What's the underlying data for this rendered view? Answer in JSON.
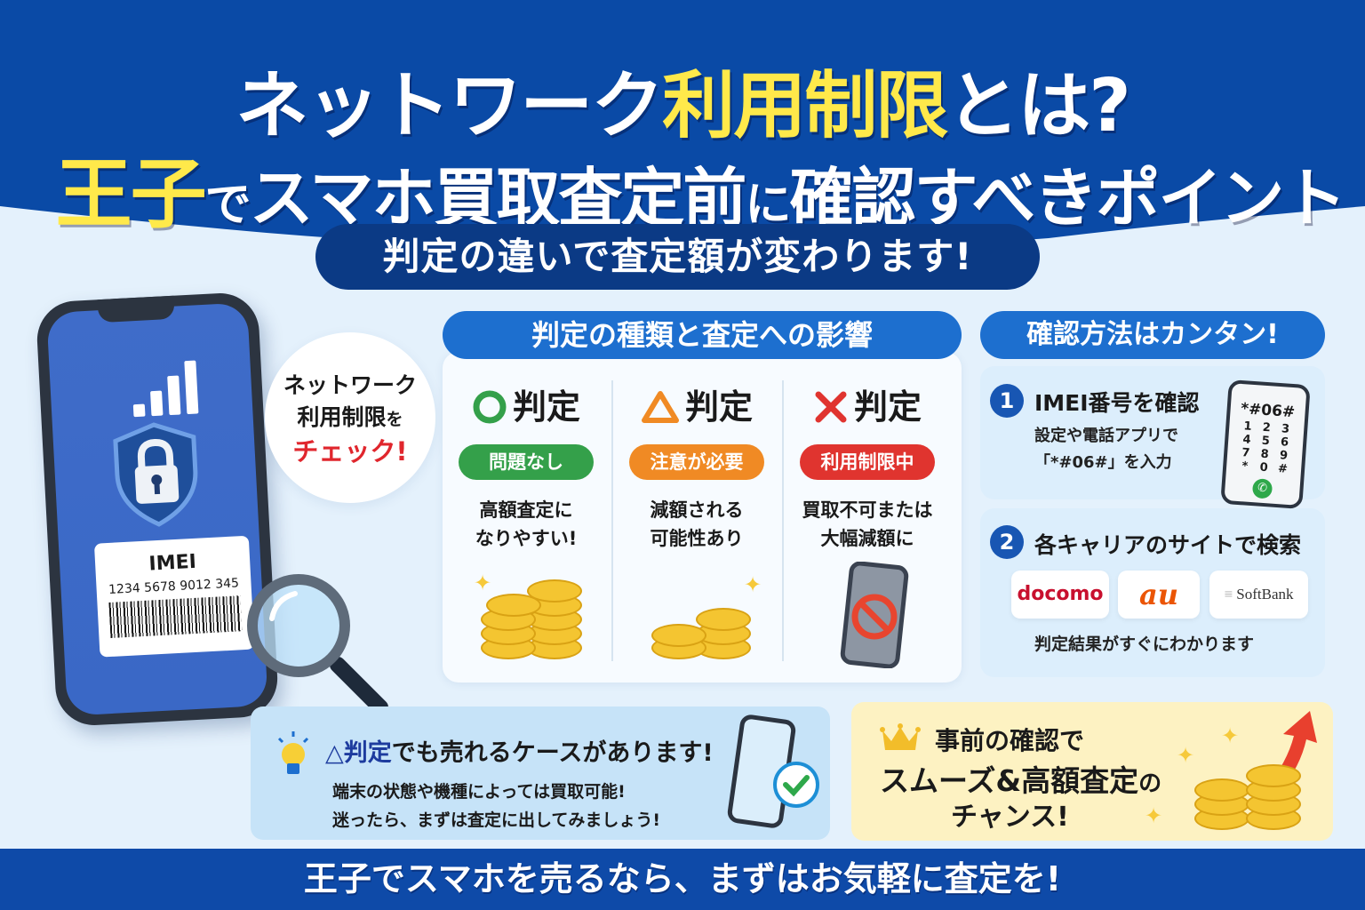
{
  "header": {
    "title_line1_prefix": "ネットワーク",
    "title_line1_highlight": "利用制限",
    "title_line1_suffix": "とは?",
    "title_line2_highlight": "王子",
    "title_line2_de": "で",
    "title_line2_mid": "スマホ買取査定前",
    "title_line2_ni": "に",
    "title_line2_suffix": "確認すべきポイント",
    "subtitle_pill": "判定の違いで査定額が変わります!"
  },
  "colors": {
    "header_blue": "#0a4aa6",
    "highlight_yellow": "#ffe94a",
    "pill_navy": "#0b3a85",
    "section_blue": "#1d6fcf",
    "ok_green": "#34a04a",
    "warn_orange": "#f08a24",
    "ng_red": "#e0342f",
    "footer_blue": "#0e4aa8"
  },
  "phone_illustration": {
    "imei_label": "IMEI",
    "imei_number": "1234 5678 9012 345",
    "icons": [
      "signal-bars-icon",
      "shield-lock-icon",
      "barcode-icon",
      "magnifier-icon"
    ]
  },
  "check_bubble": {
    "line1": "ネットワーク",
    "line2_main": "利用制限",
    "line2_suffix": "を",
    "line3": "チェック!"
  },
  "judgement_section": {
    "title": "判定の種類と査定への影響",
    "columns": [
      {
        "symbol": "○",
        "label": "判定",
        "tag": "問題なし",
        "desc_line1": "高額査定に",
        "desc_line2": "なりやすい!",
        "illustration": "coin-stack-large-icon"
      },
      {
        "symbol": "△",
        "label": "判定",
        "tag": "注意が必要",
        "desc_line1": "減額される",
        "desc_line2": "可能性あり",
        "illustration": "coin-stack-small-icon"
      },
      {
        "symbol": "✕",
        "label": "判定",
        "tag": "利用制限中",
        "desc_line1": "買取不可または",
        "desc_line2": "大幅減額に",
        "illustration": "blocked-phone-icon"
      }
    ]
  },
  "check_method": {
    "title": "確認方法はカンタン!",
    "step1": {
      "number": "1",
      "heading": "IMEI番号を確認",
      "desc_line1": "設定や電話アプリで",
      "desc_line2": "「*#06#」を入力"
    },
    "dialer": {
      "code": "*#06#",
      "keys": [
        "1",
        "2",
        "3",
        "4",
        "5",
        "6",
        "7",
        "8",
        "9",
        "*",
        "0",
        "#"
      ]
    },
    "step2": {
      "number": "2",
      "heading": "各キャリアのサイトで検索"
    },
    "carriers": [
      "docomo",
      "au",
      "SoftBank"
    ],
    "result_note": "判定結果がすぐにわかります"
  },
  "tip_card": {
    "heading_highlight": "△判定",
    "heading_rest": "でも売れるケースがあります!",
    "line1": "端末の状態や機種によっては買取可能!",
    "line2": "迷ったら、まずは査定に出してみましょう!"
  },
  "chance_card": {
    "line1": "事前の確認で",
    "line2_main": "スムーズ&高額査定",
    "line2_suffix": "の",
    "line3": "チャンス!"
  },
  "footer": {
    "text": "王子でスマホを売るなら、まずはお気軽に査定を!"
  }
}
